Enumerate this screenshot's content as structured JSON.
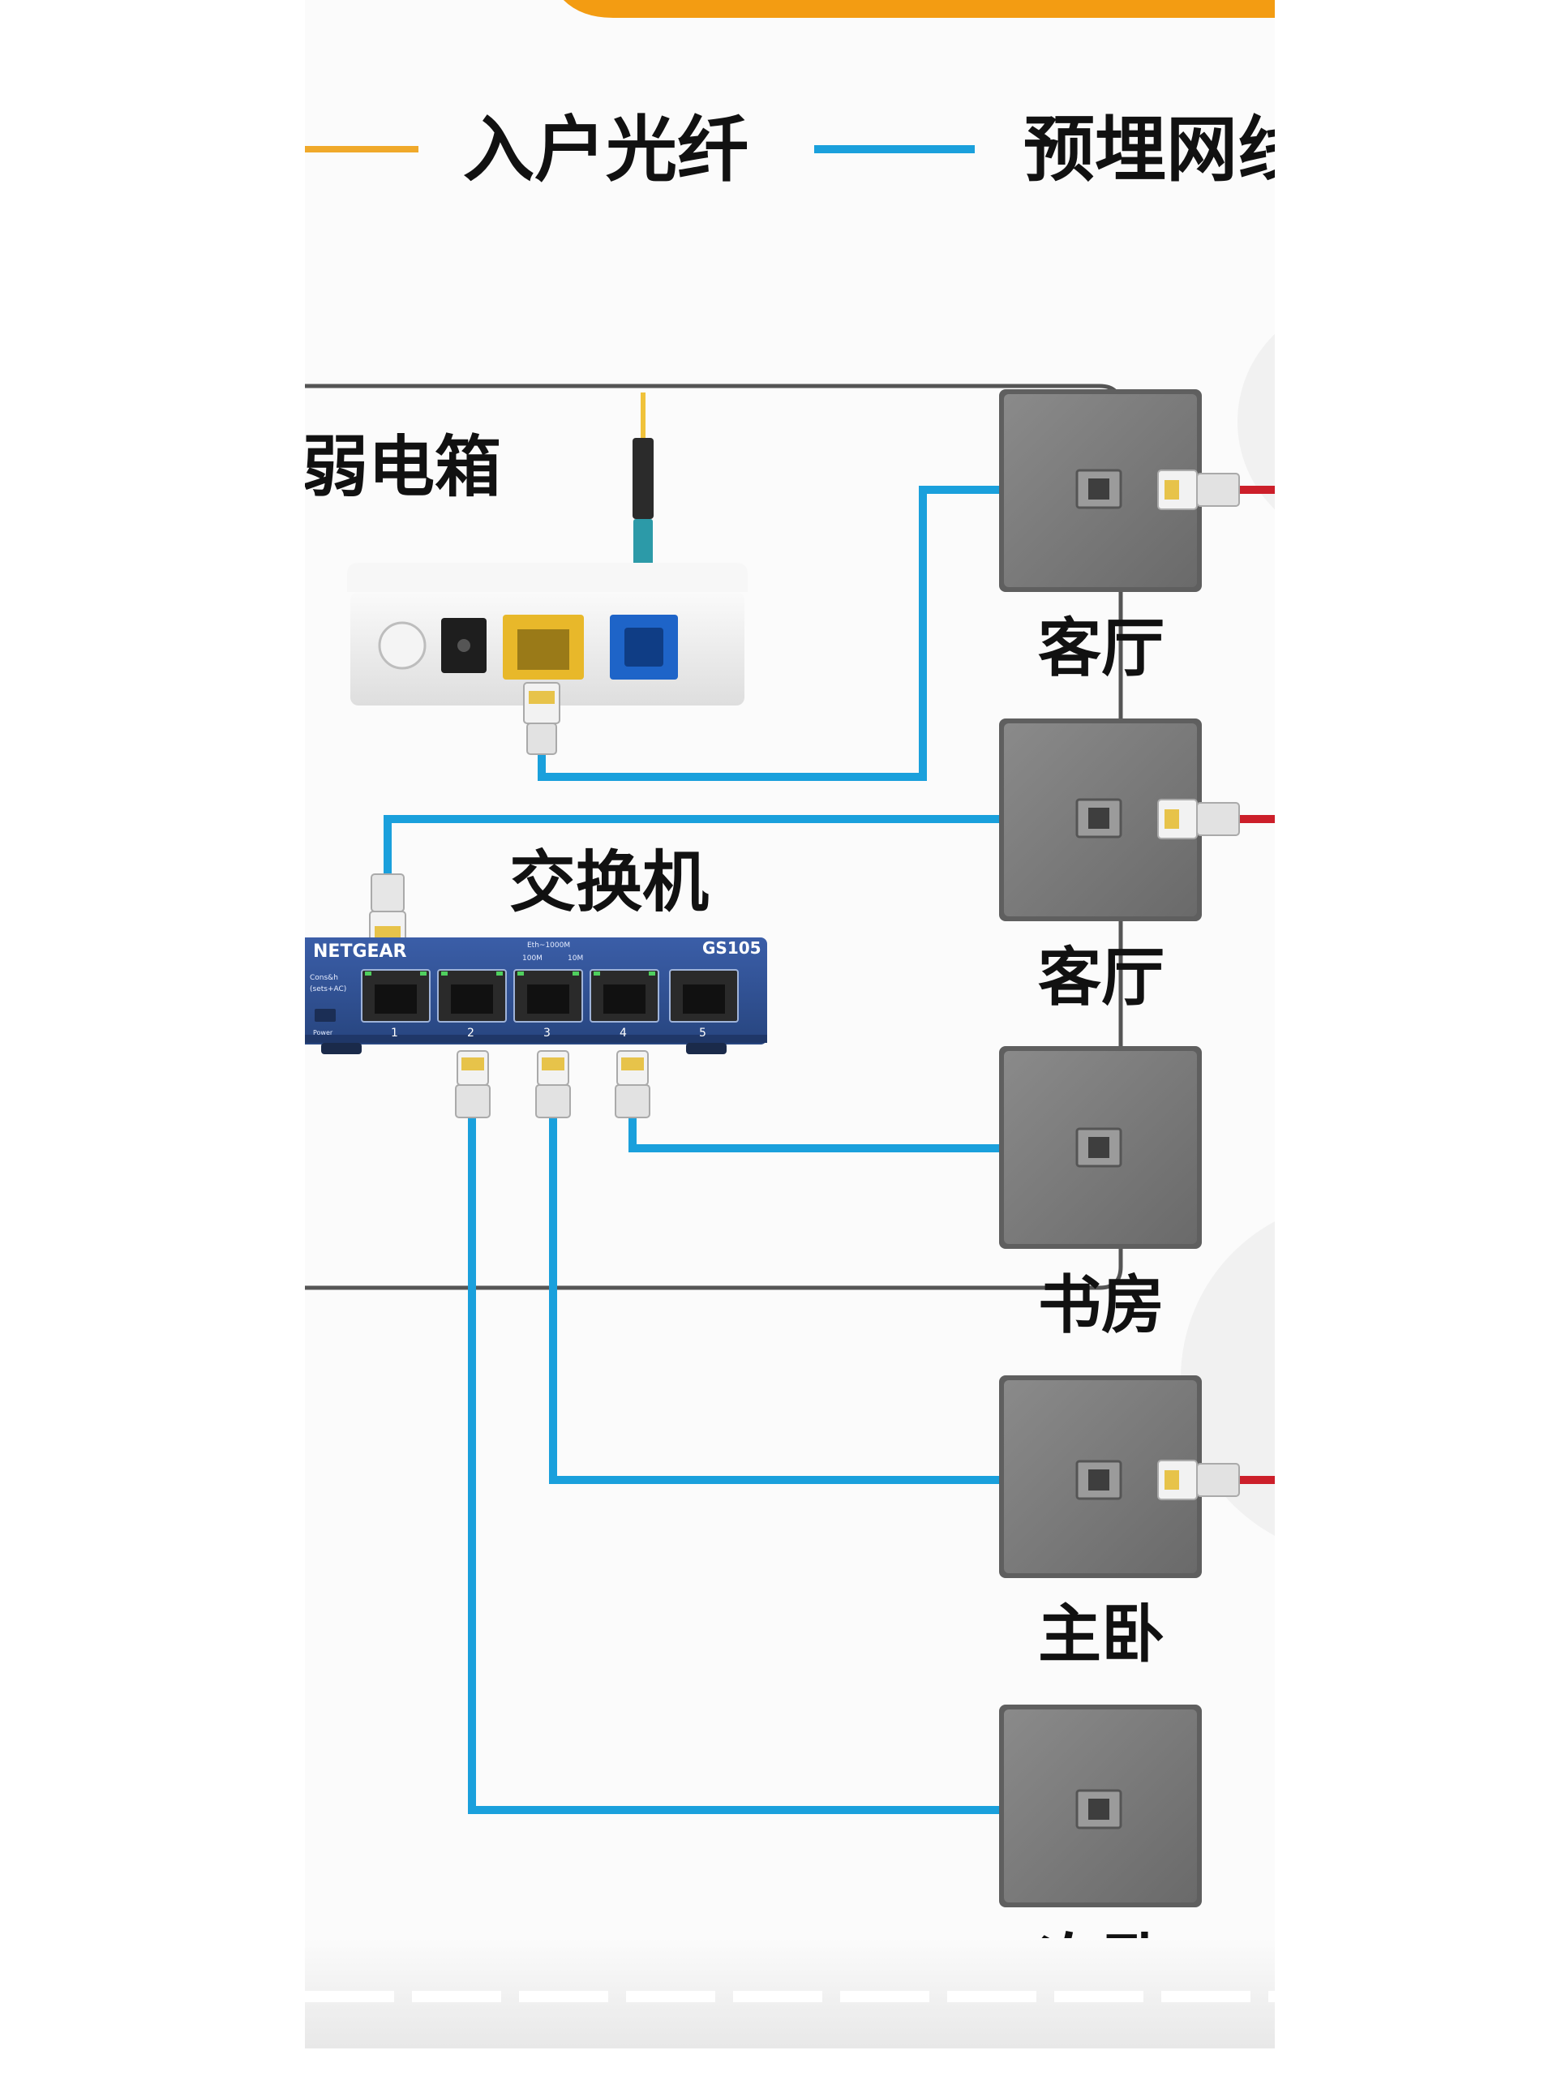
{
  "legend": {
    "fiber_label": "入户光纤",
    "cable_label": "预埋网线",
    "fiber_color": "#f0a92a",
    "cable_color": "#1aa0dc"
  },
  "cabinet": {
    "title": "弱电箱"
  },
  "switch": {
    "title": "交换机",
    "brand": "NETGEAR",
    "model": "GS105",
    "speed_top": "Eth~1000M",
    "speed_a": "100M",
    "speed_b": "10M",
    "left_label_a": "Cons&h",
    "left_label_b": "(sets+AC)",
    "power_label": "Power",
    "ports": [
      "1",
      "2",
      "3",
      "4",
      "5"
    ]
  },
  "rooms": [
    {
      "label": "客厅"
    },
    {
      "label": "客厅"
    },
    {
      "label": "书房"
    },
    {
      "label": "主卧"
    },
    {
      "label": "次卧"
    }
  ],
  "colors": {
    "banner": "#f39c12",
    "wall_plate": "#7a7a7a",
    "switch_body": "#2f4f8f",
    "patch_cord": "#cc1f2a"
  }
}
